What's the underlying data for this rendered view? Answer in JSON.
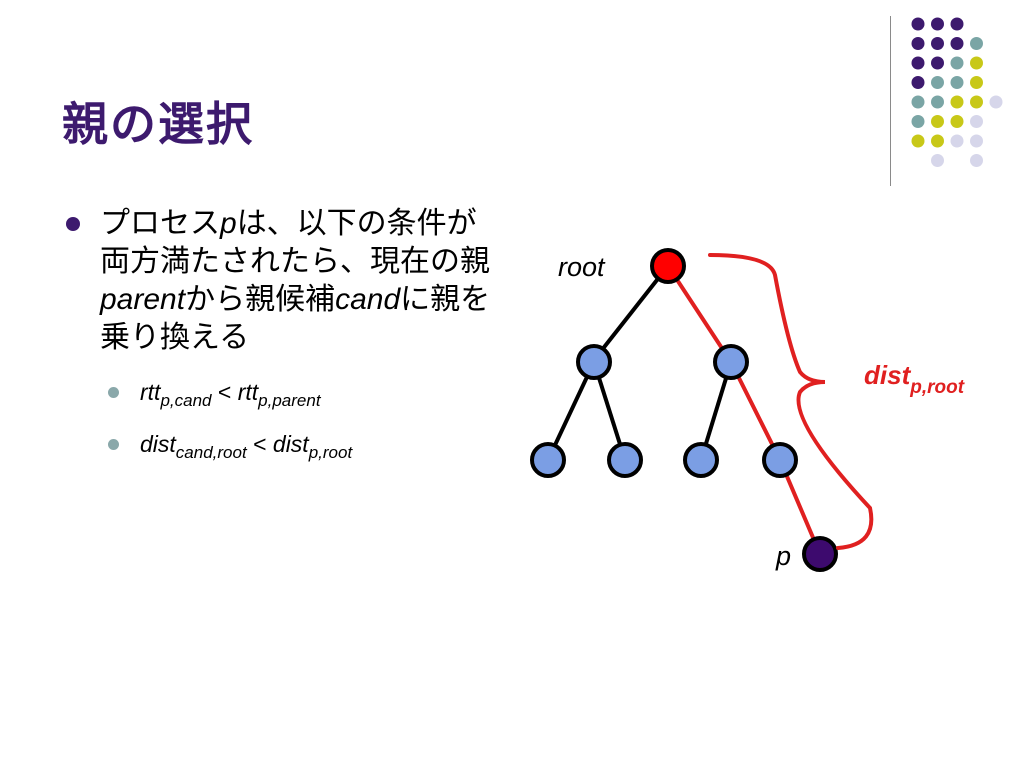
{
  "title": "親の選択",
  "bullet": {
    "parts": [
      {
        "text": "プロセス",
        "italic": false
      },
      {
        "text": "p",
        "italic": true
      },
      {
        "text": "は、以下の条件が両方満たされたら、現在の親",
        "italic": false
      },
      {
        "text": "parent",
        "italic": true
      },
      {
        "text": "から親候補",
        "italic": false
      },
      {
        "text": "cand",
        "italic": true
      },
      {
        "text": "に親を乗り換える",
        "italic": false
      }
    ]
  },
  "conditions": [
    {
      "lhs": "rtt",
      "lhs_sub": "p,cand",
      "op": "<",
      "rhs": "rtt",
      "rhs_sub": "p,parent"
    },
    {
      "lhs": "dist",
      "lhs_sub": "cand,root",
      "op": "<",
      "rhs": "dist",
      "rhs_sub": "p,root"
    }
  ],
  "diagram": {
    "root_label": "root",
    "p_label": "p",
    "brace_label": "dist",
    "brace_label_sub": "p,root"
  },
  "colors": {
    "title": "#3d1a6e",
    "node_fill": "#7b9ee4",
    "root_node": "#ff0000",
    "p_node": "#3d0a6e",
    "highlight_path": "#e02020",
    "brace": "#e02020"
  }
}
